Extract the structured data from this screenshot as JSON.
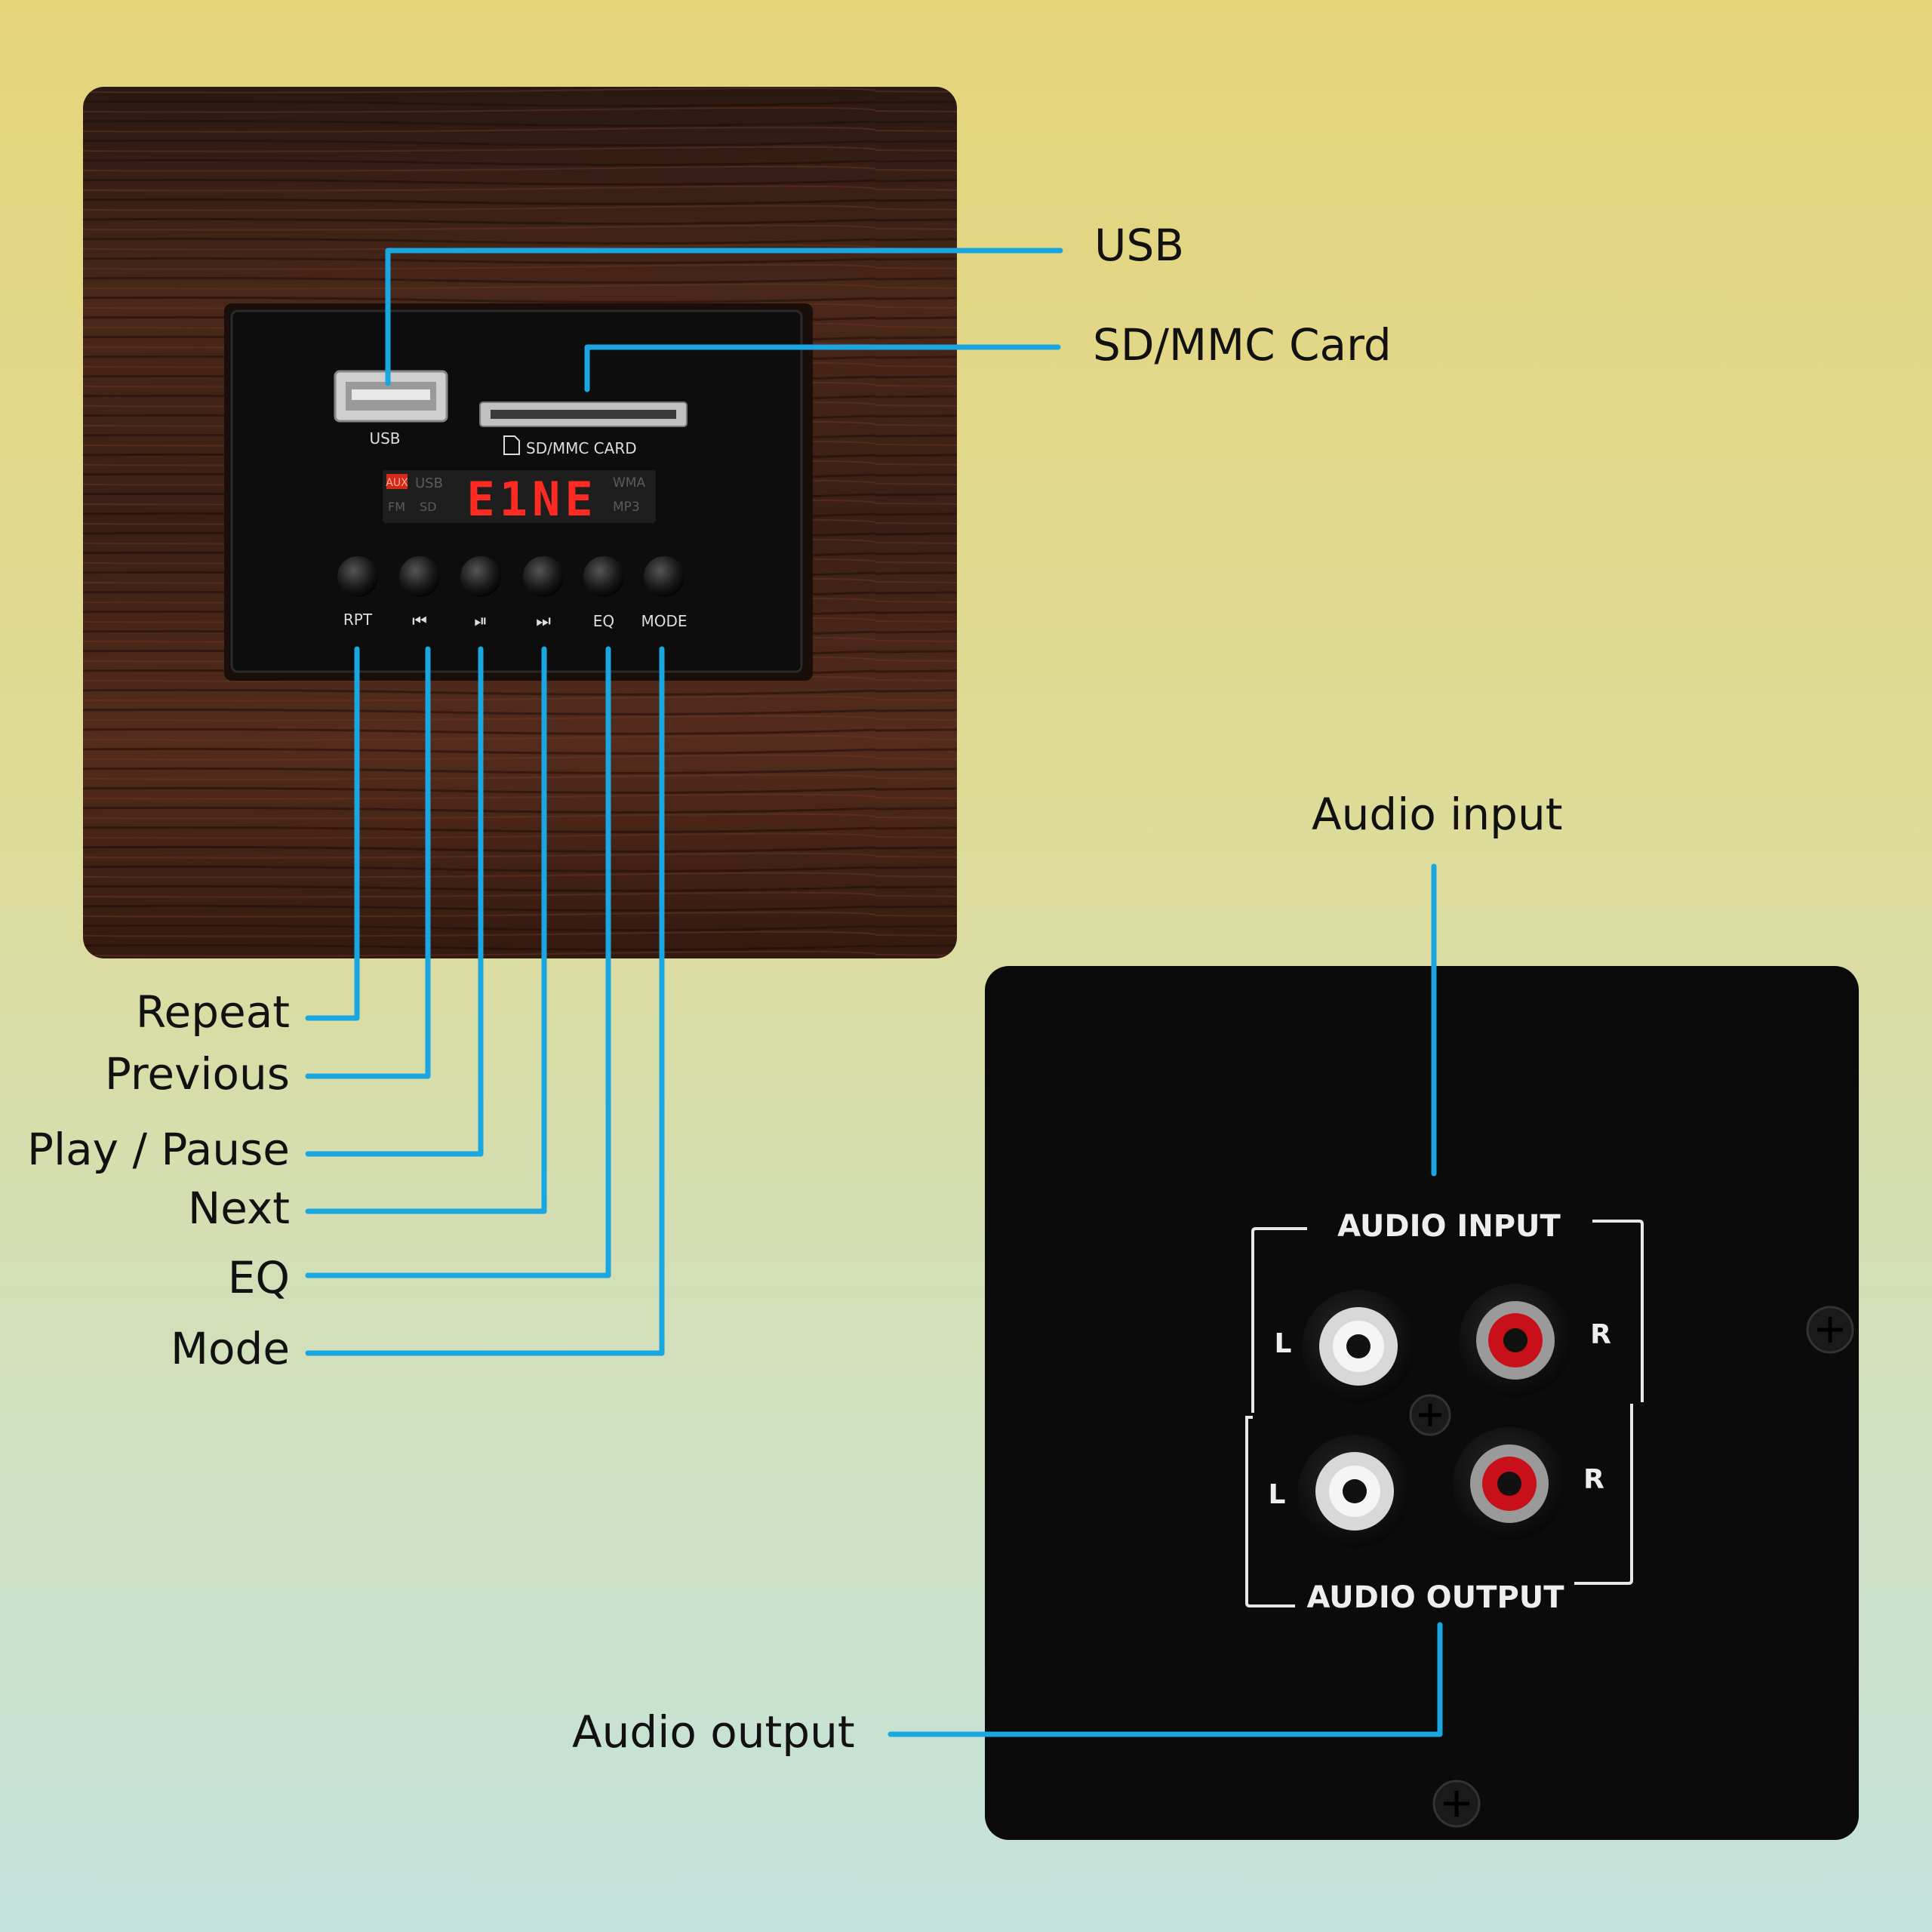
{
  "colors": {
    "leader": "#1aa6e0",
    "wood": "#3a1f17",
    "panel": "#0c0c0c",
    "led": "#ff2222",
    "jack_red": "#c8101a",
    "jack_white": "#f2f2f2"
  },
  "callouts": {
    "usb": "USB",
    "sd_card": "SD/MMC Card",
    "repeat": "Repeat",
    "previous": "Previous",
    "play_pause": "Play / Pause",
    "next": "Next",
    "eq": "EQ",
    "mode": "Mode",
    "audio_input": "Audio input",
    "audio_output": "Audio output"
  },
  "player_panel": {
    "usb_label": "USB",
    "sd_label": "SD/MMC  CARD",
    "display_left_top": [
      "AUX",
      "USB"
    ],
    "display_left_bottom": [
      "FM",
      "SD"
    ],
    "display_digits": "E1NE",
    "display_right": [
      "WMA",
      "MP3"
    ],
    "buttons": [
      {
        "label": "RPT",
        "icon": "repeat-button"
      },
      {
        "label": "⏮",
        "icon": "previous-icon"
      },
      {
        "label": "⏯",
        "icon": "play-pause-icon"
      },
      {
        "label": "⏭",
        "icon": "next-icon"
      },
      {
        "label": "EQ",
        "icon": "eq-button"
      },
      {
        "label": "MODE",
        "icon": "mode-button"
      }
    ]
  },
  "jack_panel": {
    "input_title": "AUDIO INPUT",
    "output_title": "AUDIO OUTPUT",
    "left": "L",
    "right": "R"
  }
}
